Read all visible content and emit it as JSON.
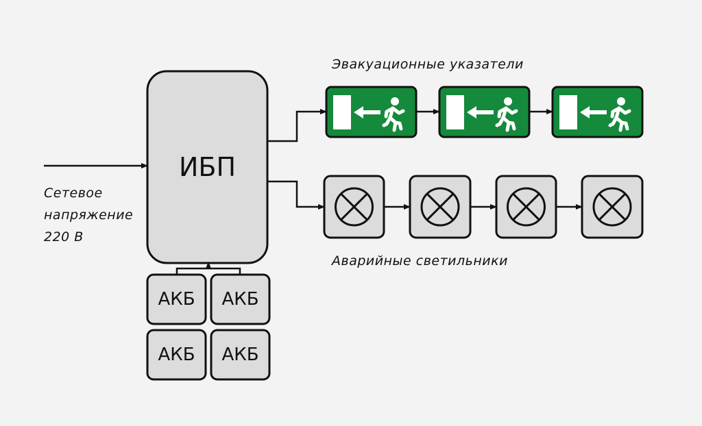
{
  "input_label": {
    "line1": "Сетевое",
    "line2": "напряжение",
    "line3": "220 В"
  },
  "ups": {
    "label": "ИБП"
  },
  "batteries": [
    "АКБ",
    "АКБ",
    "АКБ",
    "АКБ"
  ],
  "exit_signs": {
    "title": "Эвакуационные указатели",
    "count": 3
  },
  "emergency_lights": {
    "title": "Аварийные светильники",
    "count": 4
  },
  "colors": {
    "background": "#f3f3f3",
    "box_fill": "#dcdcdc",
    "exit_sign_green": "#168a3c",
    "line": "#111111"
  }
}
